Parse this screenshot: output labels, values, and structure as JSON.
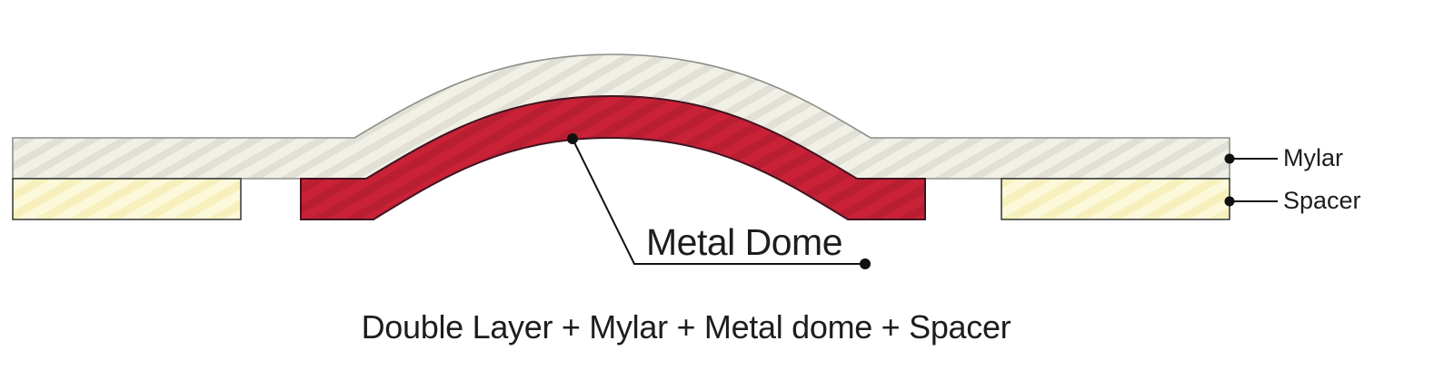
{
  "diagram": {
    "caption": "Double Layer + Mylar + Metal dome + Spacer",
    "labels": {
      "mylar": "Mylar",
      "spacer": "Spacer",
      "metal_dome": "Metal Dome"
    },
    "colors": {
      "background": "#ffffff",
      "mylar_fill": "#f1f0e7",
      "mylar_hatch": "#d7d6cd",
      "mylar_outline": "#8d8d89",
      "spacer_fill": "#fcf9da",
      "spacer_hatch": "#f1e8a6",
      "spacer_outline": "#333333",
      "dome_fill": "#c92136",
      "dome_hatch": "#a81a2c",
      "dome_outline": "#3f1420",
      "leader_line": "#111111",
      "text": "#1d1d1d"
    }
  }
}
